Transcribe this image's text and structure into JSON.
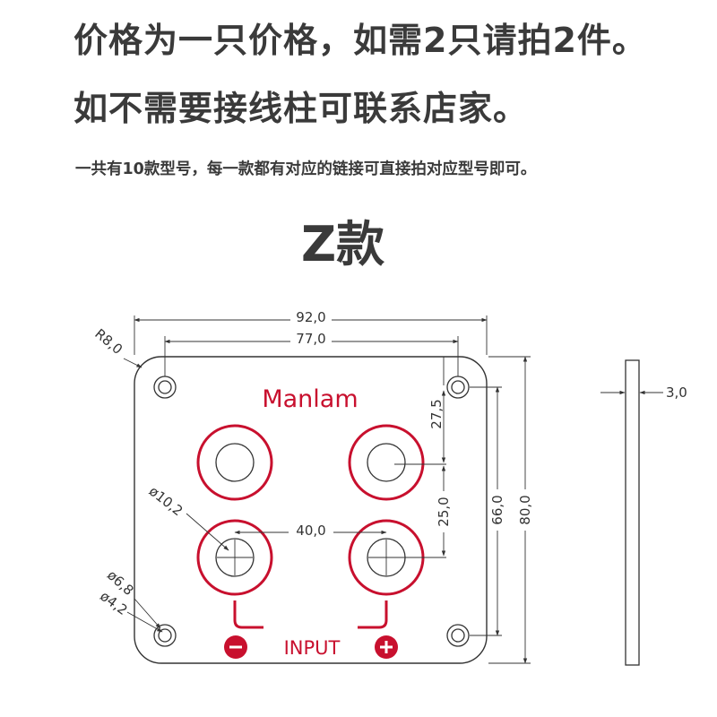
{
  "header": {
    "line1": "价格为一只价格，如需2只请拍2件。",
    "line2": "如不需要接线柱可联系店家。",
    "line3": "一共有10款型号，每一款都有对应的链接可直接拍对应型号即可。",
    "model_title": "Z款"
  },
  "drawing": {
    "brand_label": "Manlam",
    "input_label": "INPUT",
    "minus_symbol": "−",
    "plus_symbol": "+",
    "dimensions": {
      "corner_radius": "R8,0",
      "overall_width": "92,0",
      "hole_spacing_width": "77,0",
      "top_offset": "27,5",
      "row_spacing": "25,0",
      "hole_spacing_height": "66,0",
      "overall_height": "80,0",
      "terminal_spacing": "40,0",
      "terminal_hole_diameter": "ø10,2",
      "countersink_diameter": "ø6,8",
      "hole_diameter": "ø4,2",
      "thickness": "3,0"
    },
    "colors": {
      "accent_red": "#c8102e",
      "line": "#333333"
    }
  }
}
